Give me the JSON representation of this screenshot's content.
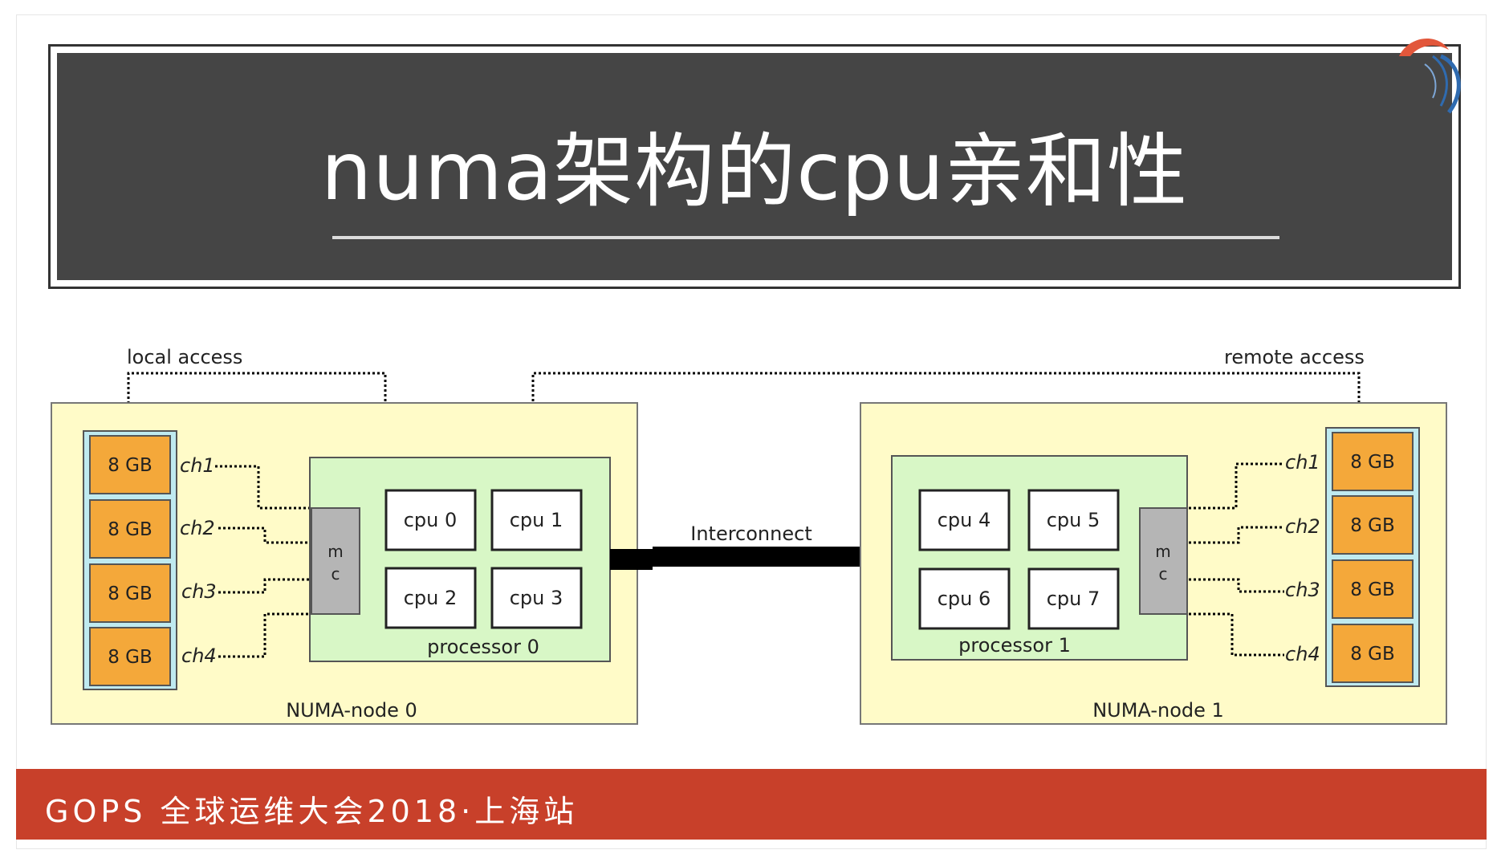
{
  "title": "numa架构的cpu亲和性",
  "footer": "GOPS 全球运维大会2018·上海站",
  "colors": {
    "node_bg": "#fffbc8",
    "processor_bg": "#d8f7c6",
    "memory_bg": "#f4a83a",
    "memory_outer": "#bfeaf0",
    "mc_bg": "#b5b5b5",
    "footer_bg": "#c8402a",
    "title_bg": "#454545"
  },
  "diagram": {
    "local_access": "local access",
    "remote_access": "remote access",
    "interconnect": "Interconnect",
    "nodes": [
      {
        "name": "NUMA-node 0",
        "processor": "processor 0",
        "mc": [
          "m",
          "c"
        ],
        "cpus": [
          "cpu 0",
          "cpu 1",
          "cpu 2",
          "cpu 3"
        ],
        "memory": [
          "8 GB",
          "8 GB",
          "8 GB",
          "8 GB"
        ],
        "channels": [
          "ch1",
          "ch2",
          "ch3",
          "ch4"
        ]
      },
      {
        "name": "NUMA-node 1",
        "processor": "processor 1",
        "mc": [
          "m",
          "c"
        ],
        "cpus": [
          "cpu 4",
          "cpu 5",
          "cpu 6",
          "cpu 7"
        ],
        "memory": [
          "8 GB",
          "8 GB",
          "8 GB",
          "8 GB"
        ],
        "channels": [
          "ch1",
          "ch2",
          "ch3",
          "ch4"
        ]
      }
    ]
  }
}
